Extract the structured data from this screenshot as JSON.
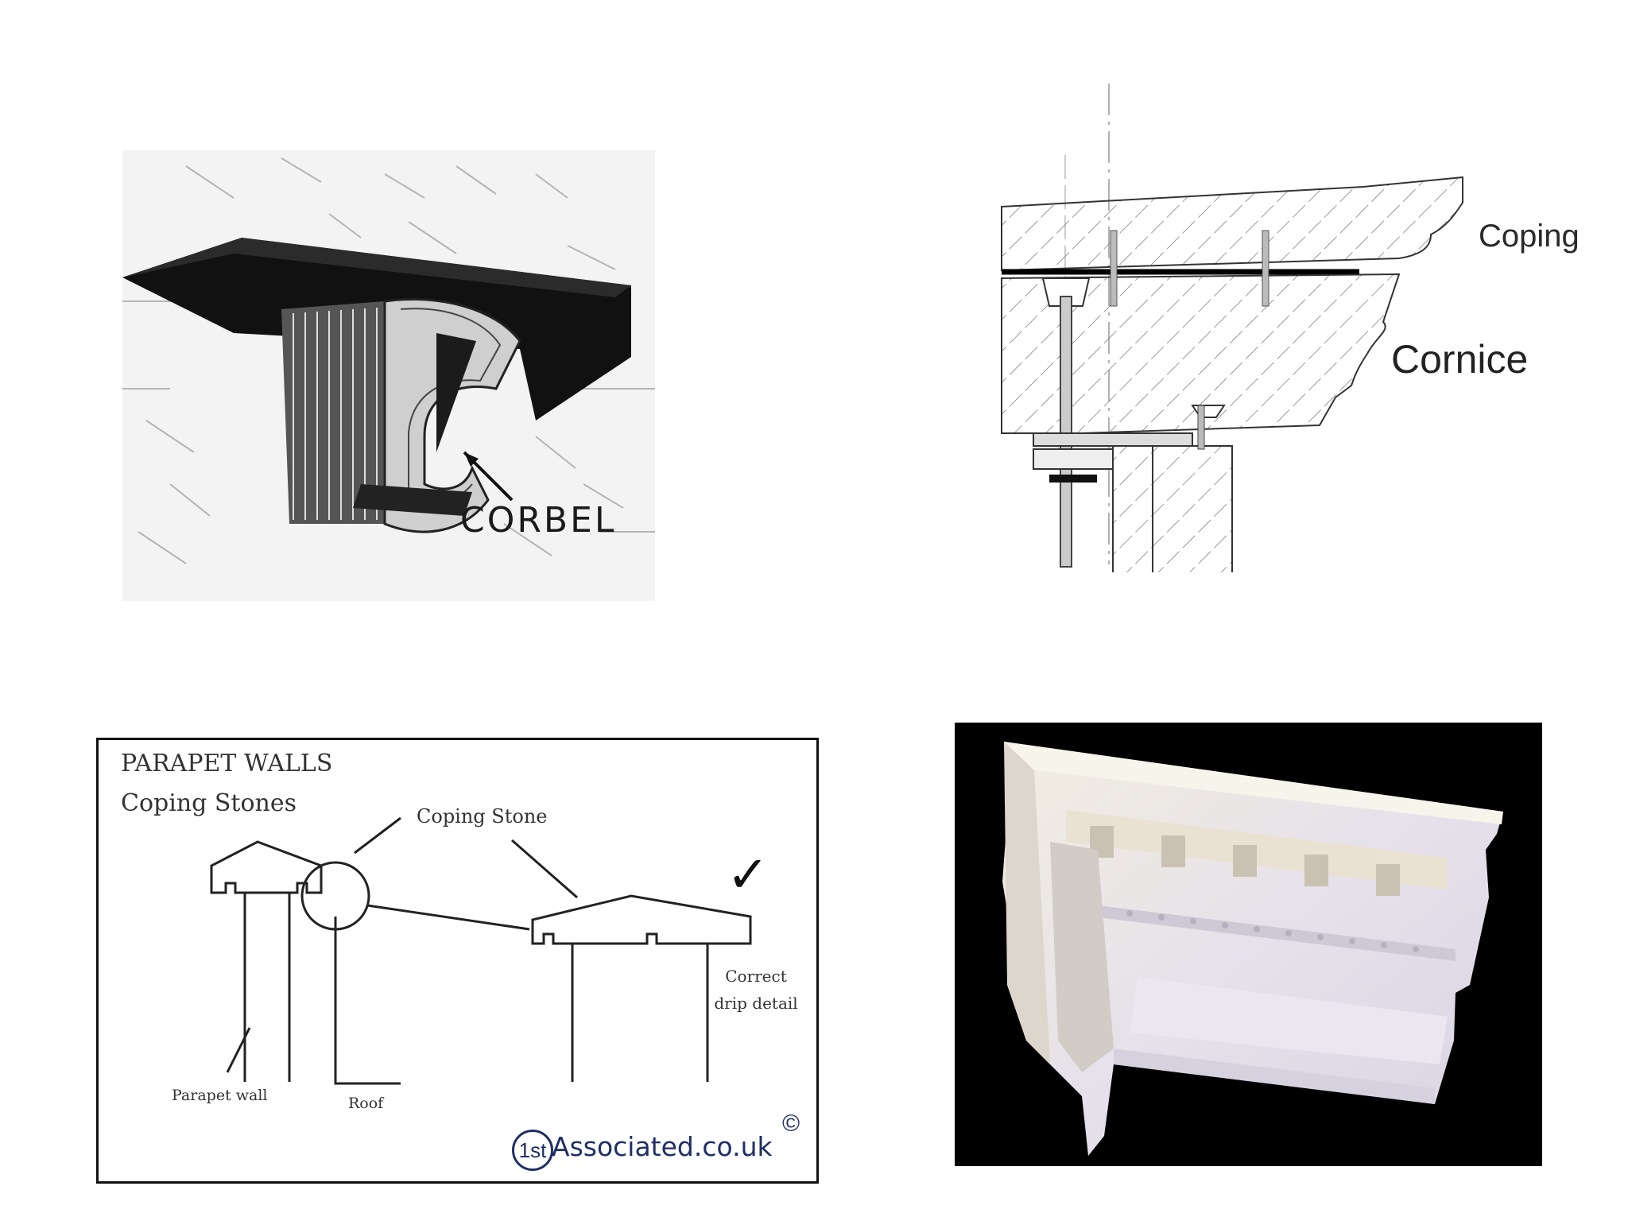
{
  "corbel": {
    "label": "CORBEL"
  },
  "section": {
    "coping_label": "Coping",
    "cornice_label": "Cornice"
  },
  "parapet": {
    "title": "PARAPET WALLS",
    "subtitle": "Coping Stones",
    "coping_stone_label": "Coping Stone",
    "drip_label": "Correct drip detail",
    "wall_label": "Parapet wall",
    "roof_label": "Roof",
    "brand_badge": "1st",
    "brand_text": "Associated.co.uk",
    "copyright": "©",
    "checkmark": "✓"
  },
  "colors": {
    "brand_blue": "#1f2f66",
    "photo_background": "#000000",
    "plaster": "#e8e4ea"
  }
}
